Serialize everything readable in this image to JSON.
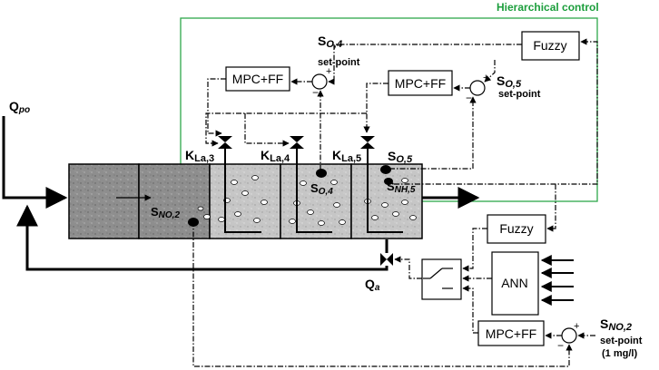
{
  "header": {
    "hierarchical_label": "Hierarchical control"
  },
  "blocks": {
    "fuzzy_top": "Fuzzy",
    "fuzzy_mid": "Fuzzy",
    "mpc_left": "MPC+FF",
    "mpc_right": "MPC+FF",
    "mpc_bottom": "MPC+FF",
    "ann": "ANN"
  },
  "labels": {
    "qpo_main": "Q",
    "qpo_sub": "po",
    "qa_main": "Q",
    "qa_sub": "a",
    "setpoint": "set-point",
    "setpoint_1mgl": "(1 mg/l)",
    "s": "S",
    "so4_sub": "O,4",
    "so5_sub": "O,5",
    "snh5_sub": "NH,5",
    "sno2_sub": "NO,2",
    "k": "K",
    "kla3_sub": "La,3",
    "kla4_sub": "La,4",
    "kla5_sub": "La,5",
    "plus": "+",
    "minus": "−"
  },
  "colors": {
    "hier_box": "#2ea84a",
    "hier_text": "#1c9e3c",
    "anoxic_fill": "#8c8c8c",
    "aerobic_fill": "#c4c4c4"
  }
}
